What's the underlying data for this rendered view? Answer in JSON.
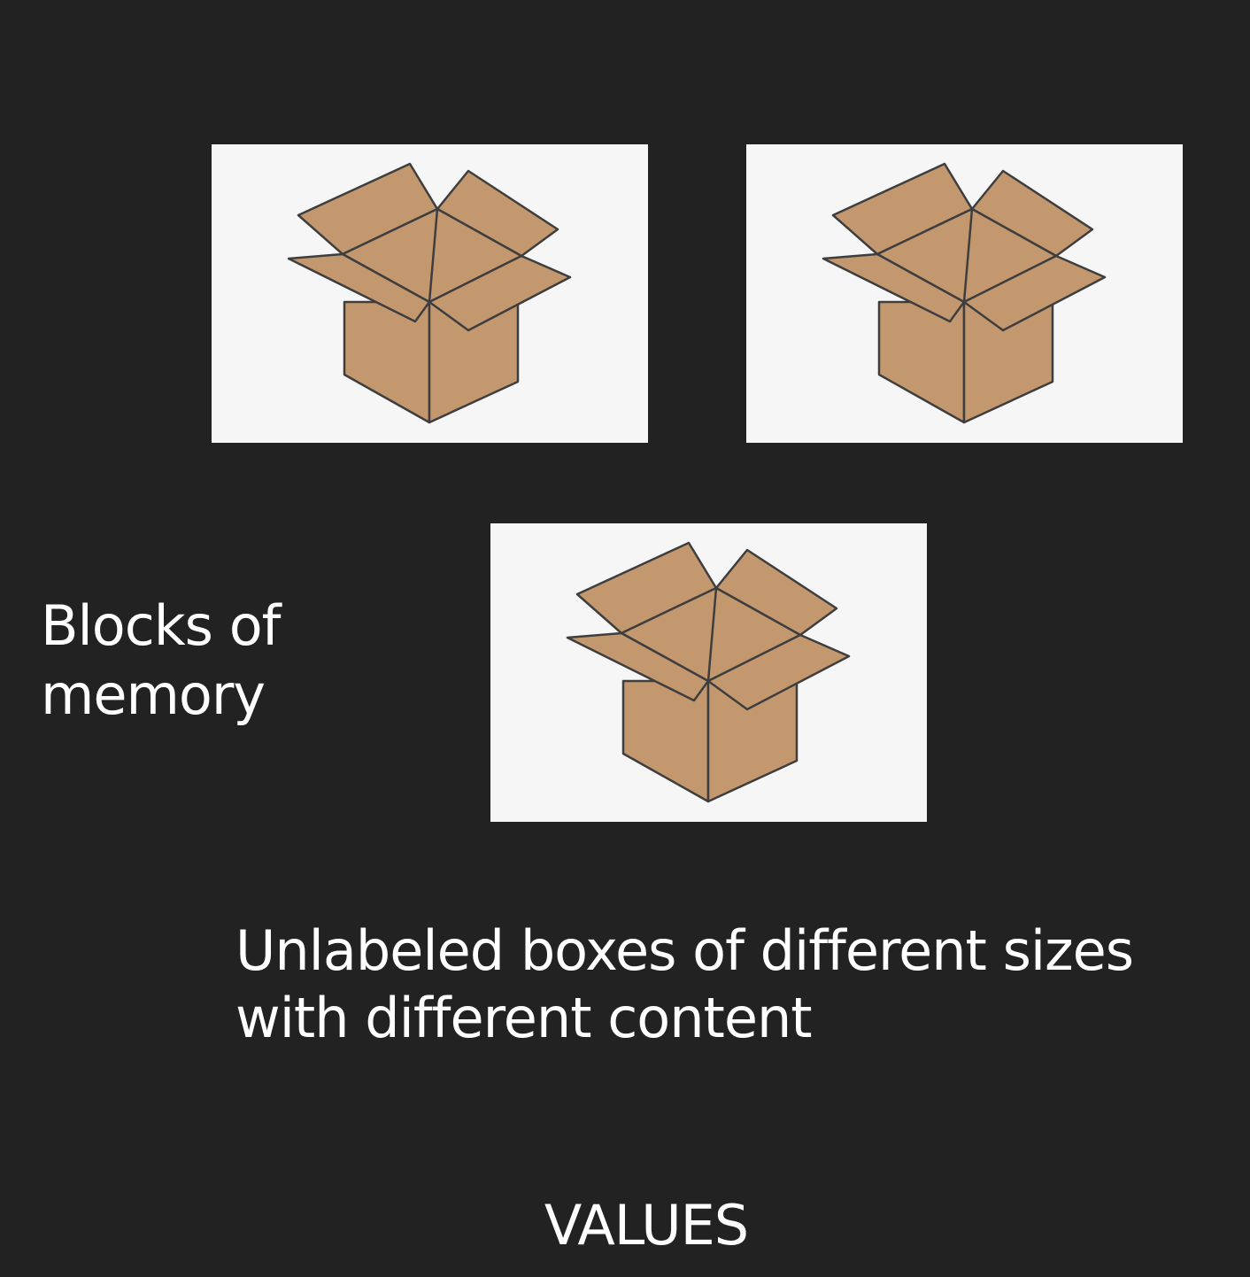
{
  "diagram": {
    "side_label": "Blocks of\nmemory",
    "caption": "Unlabeled boxes of different sizes\nwith different content",
    "footer": "VALUES",
    "colors": {
      "background": "#222222",
      "panel": "#f6f6f6",
      "cardboard": "#c4986e",
      "outline": "#3e3e3e",
      "text": "#ffffff"
    },
    "panels": [
      {
        "icon": "cardboard-box-icon"
      },
      {
        "icon": "cardboard-box-icon"
      },
      {
        "icon": "cardboard-box-icon"
      }
    ]
  }
}
